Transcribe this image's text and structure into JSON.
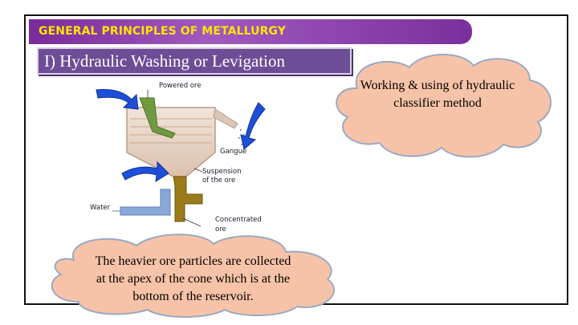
{
  "header": {
    "title": "GENERAL PRINCIPLES OF METALLURGY"
  },
  "section": {
    "title": "I) Hydraulic Washing or Levigation"
  },
  "diagram": {
    "labels": {
      "powered_ore": "Powered ore",
      "gangue": "Gangue",
      "suspension_line1": "Suspension",
      "suspension_line2": "of the ore",
      "water": "Water",
      "concentrated_line1": "Concentrated",
      "concentrated_line2": "ore"
    }
  },
  "callout_right": {
    "line1": "Working & using of hydraulic",
    "line2": "classifier method"
  },
  "callout_bottom": {
    "line1": "The heavier ore particles are  collected",
    "line2": "at the apex of the cone which is at the",
    "line3": "bottom of the reservoir."
  },
  "colors": {
    "header_bar": "#7b2f9e",
    "header_text": "#ffe400",
    "subtitle_bg": "#6d4d96",
    "cloud_fill": "#f7c3a8",
    "cloud_edge": "#9aa9c2",
    "arrow_blue": "#1f4fd8",
    "tank": "#e7d2c4",
    "feed_green": "#6f9a3f",
    "outlet_brown": "#9b7a1a",
    "water_pipe": "#8aa7d9"
  }
}
